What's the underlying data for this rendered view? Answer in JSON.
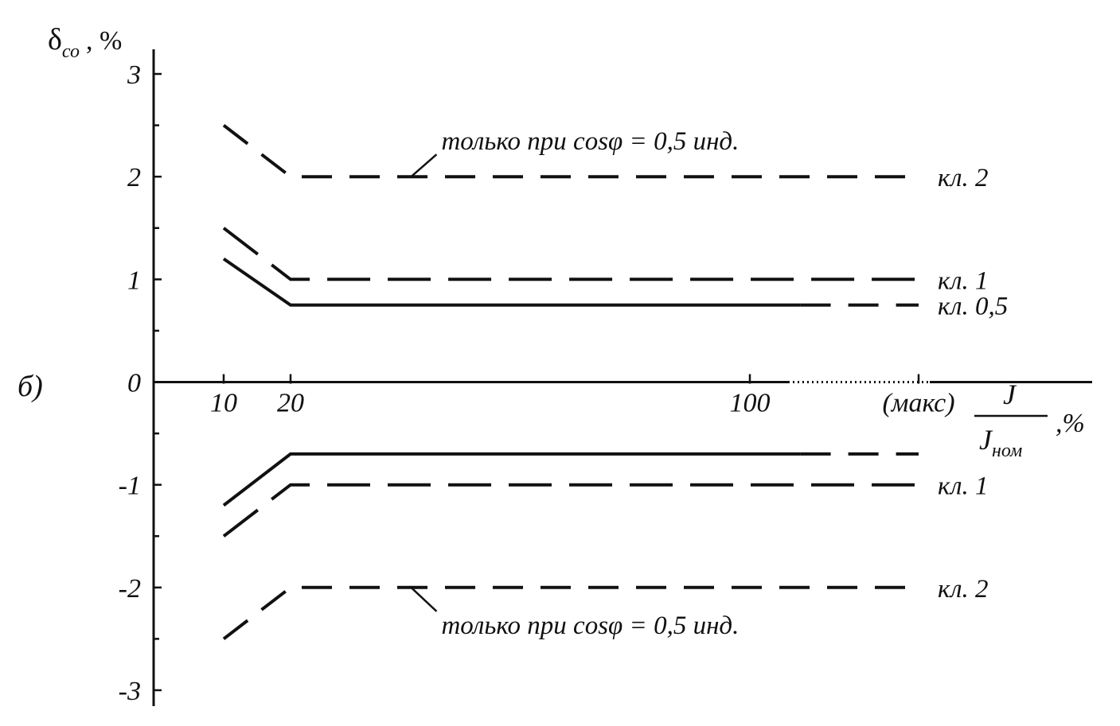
{
  "chart_data": {
    "type": "line",
    "panel_label": "б)",
    "ylabel": {
      "main": "δ",
      "sub": "со",
      "unit": ", %"
    },
    "xlabel": {
      "numerator": "J",
      "denominator_main": "J",
      "denominator_sub": "ном",
      "unit": ",%"
    },
    "ylim": [
      -3,
      3
    ],
    "yticks": [
      {
        "value": 3,
        "label": "3"
      },
      {
        "value": 2,
        "label": "2"
      },
      {
        "value": 1,
        "label": "1"
      },
      {
        "value": 0,
        "label": "0"
      },
      {
        "value": -1,
        "label": "-1"
      },
      {
        "value": -2,
        "label": "-2"
      },
      {
        "value": -3,
        "label": "-3"
      }
    ],
    "xticks": [
      {
        "value": 10,
        "label": "10"
      },
      {
        "value": 20,
        "label": "20"
      },
      {
        "value": 100,
        "label": "100"
      },
      {
        "value": 120,
        "label": "(макс)"
      }
    ],
    "x_extent": [
      0,
      145
    ],
    "series": [
      {
        "name": "кл. 2",
        "style": "dashed",
        "points": [
          [
            10,
            2.5
          ],
          [
            20,
            2.0
          ],
          [
            120,
            2.0
          ]
        ]
      },
      {
        "name": "кл. 1",
        "style": "longdash",
        "points": [
          [
            10,
            1.5
          ],
          [
            20,
            1.0
          ],
          [
            120,
            1.0
          ]
        ]
      },
      {
        "name": "кл. 0,5",
        "style": "solid",
        "points": [
          [
            10,
            1.2
          ],
          [
            20,
            0.75
          ],
          [
            106,
            0.75
          ]
        ]
      },
      {
        "name": "кл. 0,5",
        "style": "dashed",
        "points": [
          [
            106,
            0.75
          ],
          [
            120,
            0.75
          ]
        ]
      },
      {
        "name": "кл. 0,5",
        "style": "solid",
        "points": [
          [
            10,
            -1.2
          ],
          [
            20,
            -0.7
          ],
          [
            106,
            -0.7
          ]
        ]
      },
      {
        "name": "кл. 0,5",
        "style": "dashed",
        "points": [
          [
            106,
            -0.7
          ],
          [
            120,
            -0.7
          ]
        ]
      },
      {
        "name": "кл. 1",
        "style": "longdash",
        "points": [
          [
            10,
            -1.5
          ],
          [
            20,
            -1.0
          ],
          [
            120,
            -1.0
          ]
        ]
      },
      {
        "name": "кл. 2",
        "style": "dashed",
        "points": [
          [
            10,
            -2.5
          ],
          [
            20,
            -2.0
          ],
          [
            120,
            -2.0
          ]
        ]
      }
    ],
    "curve_labels": [
      {
        "text": "кл. 2",
        "y": 2.0
      },
      {
        "text": "кл. 1",
        "y": 1.0
      },
      {
        "text": "кл. 0,5",
        "y": 0.75
      },
      {
        "text": "кл. 1",
        "y": -1.0
      },
      {
        "text": "кл. 2",
        "y": -2.0
      }
    ],
    "annotations": [
      {
        "text": "только при cosφ = 0,5 инд.",
        "anchor": [
          41,
          2.0
        ],
        "position": "above"
      },
      {
        "text": "только при cosφ = 0,5 инд.",
        "anchor": [
          41,
          -2.0
        ],
        "position": "below"
      }
    ]
  }
}
